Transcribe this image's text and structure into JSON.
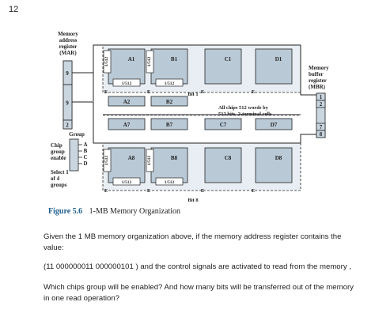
{
  "page_number": "12",
  "figure": {
    "mar_label": [
      "Memory",
      "address",
      "register",
      "(MAR)"
    ],
    "mbr_label": [
      "Memory",
      "buffer",
      "register",
      "(MBR)"
    ],
    "mar_segments": [
      "9",
      "9",
      "2"
    ],
    "mbr_bits": [
      "1",
      "2",
      "7",
      "8"
    ],
    "chip_rows": [
      [
        "A1",
        "B1",
        "C1",
        "D1"
      ],
      [
        "A2",
        "B2",
        "",
        ""
      ],
      [
        "A7",
        "B7",
        "C7",
        "D7"
      ],
      [
        "A8",
        "B8",
        "C8",
        "D8"
      ]
    ],
    "chip_fraction": "1/512",
    "enable_label": "E",
    "bit1_label": "Bit 1",
    "bit8_label": "Bit 8",
    "chips_note": [
      "All chips 512 words by",
      "512 bits. 2-terminal cells"
    ],
    "group_label": "Group",
    "chip_group_label": [
      "Chip",
      "group",
      "enable"
    ],
    "group_letters": [
      "A",
      "B",
      "C",
      "D"
    ],
    "select_label": [
      "Select 1",
      "of 4",
      "groups"
    ]
  },
  "caption": {
    "number": "Figure 5.6",
    "title": "1-MB Memory Organization"
  },
  "question": {
    "line1": "Given the 1 MB memory organization above, if the memory address register contains the value:",
    "line2": "(11 000000011 000000101 ) and the control signals are activated to read from the memory ,",
    "line3": "Which chips group will be enabled? And how many bits will be transferred out of the memory in one read operation?"
  }
}
